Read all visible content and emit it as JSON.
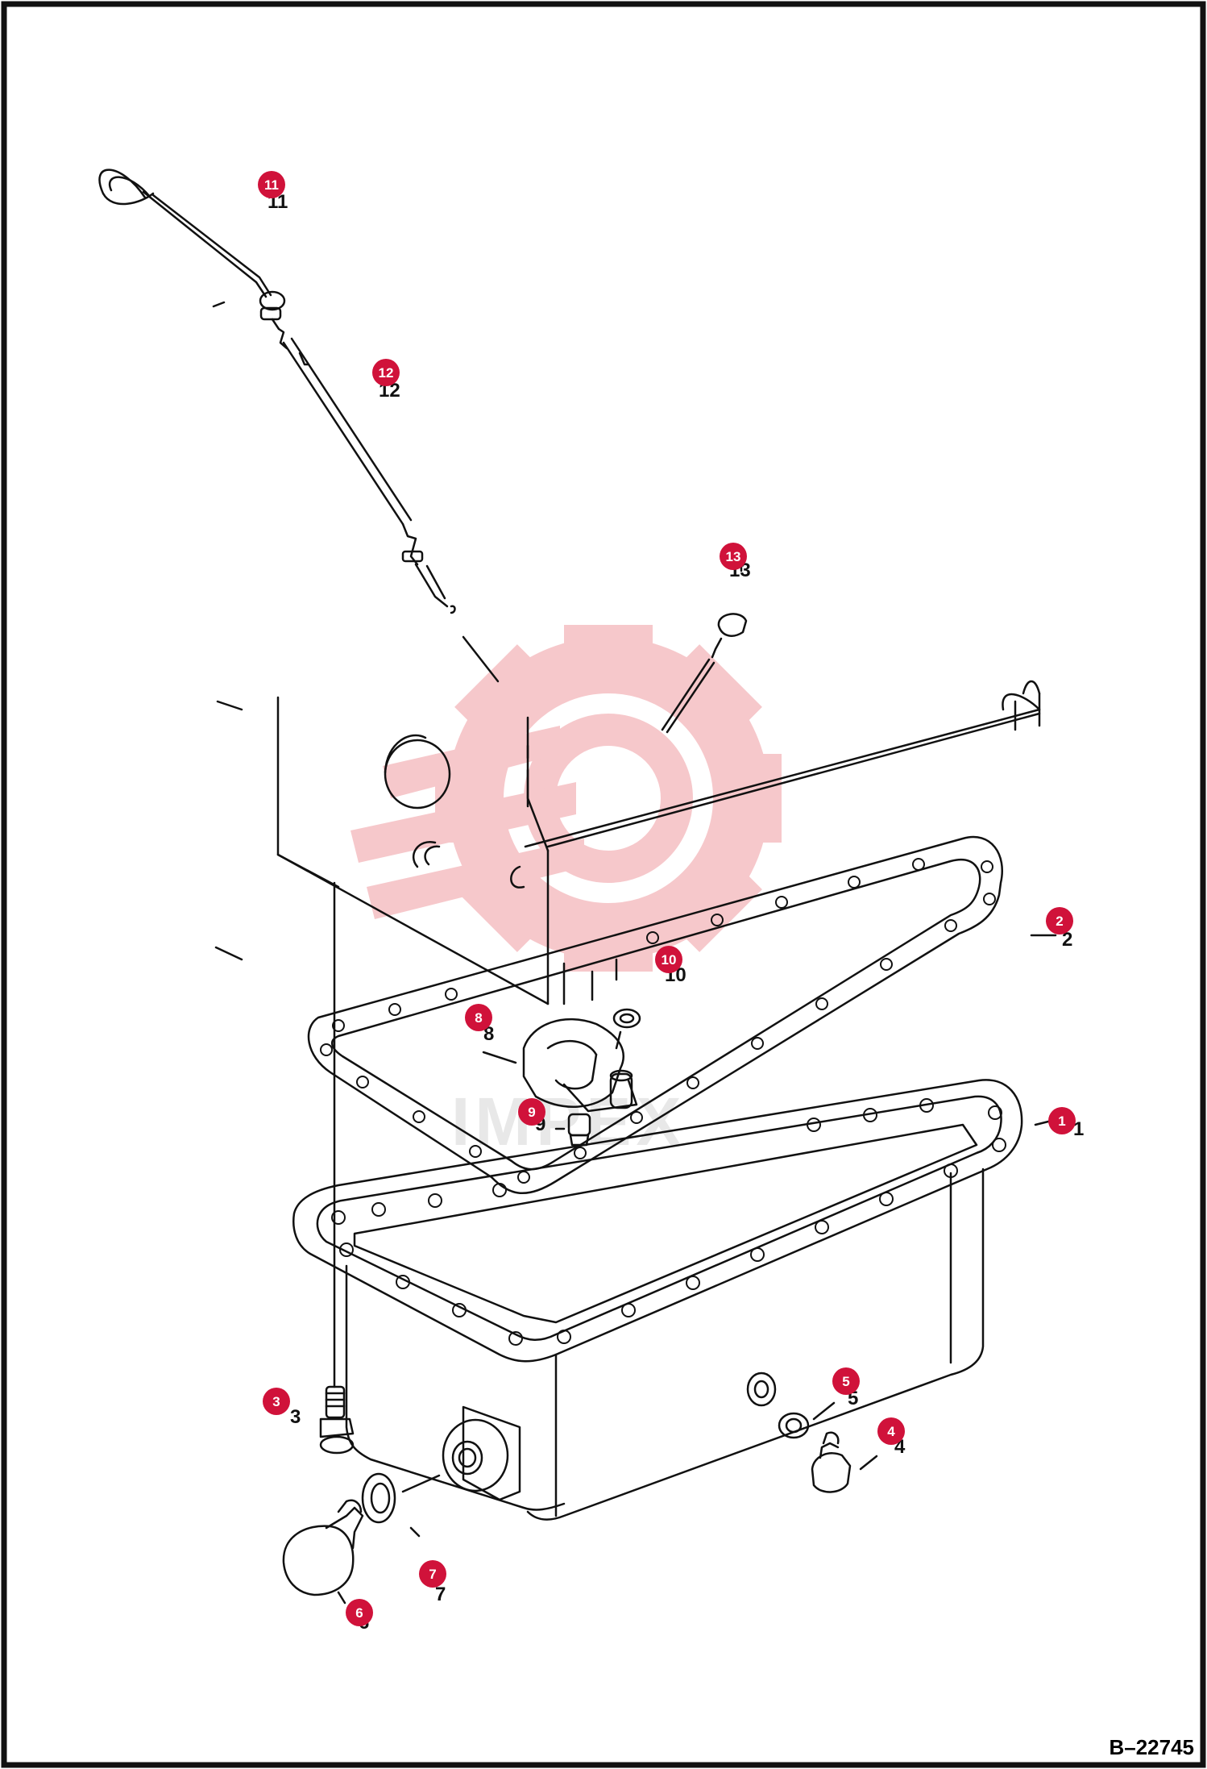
{
  "drawing": {
    "reference_code": "B–22745",
    "watermark_text": "IMPEX"
  },
  "colors": {
    "callout_fill": "#d0123a",
    "line": "#111111",
    "watermark_gear": "#f6c3c6"
  },
  "callouts": [
    {
      "id": "c1",
      "label": "1"
    },
    {
      "id": "c2",
      "label": "2"
    },
    {
      "id": "c3",
      "label": "3"
    },
    {
      "id": "c4",
      "label": "4"
    },
    {
      "id": "c5",
      "label": "5"
    },
    {
      "id": "c6",
      "label": "6"
    },
    {
      "id": "c7",
      "label": "7"
    },
    {
      "id": "c8",
      "label": "8"
    },
    {
      "id": "c9",
      "label": "9"
    },
    {
      "id": "c10",
      "label": "10"
    },
    {
      "id": "c11",
      "label": "11"
    },
    {
      "id": "c12",
      "label": "12"
    },
    {
      "id": "c13",
      "label": "13"
    }
  ]
}
